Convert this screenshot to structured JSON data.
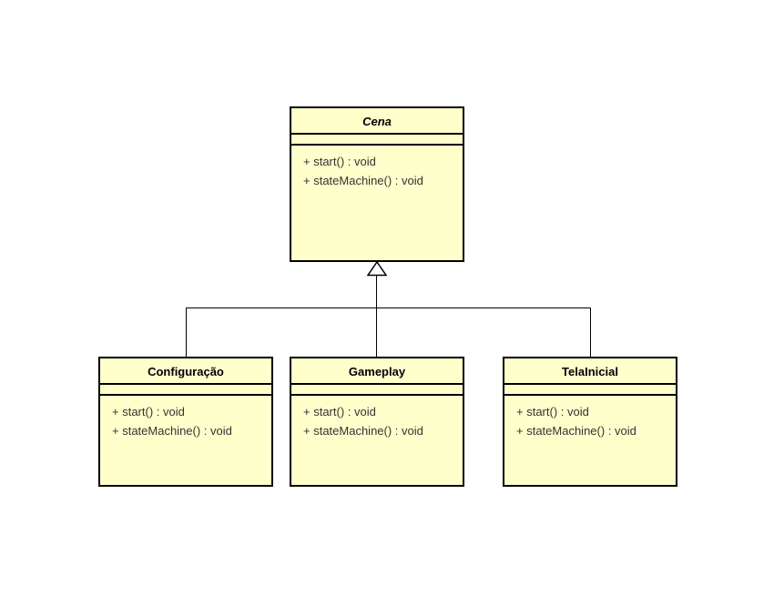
{
  "diagram": {
    "type": "uml-class-diagram",
    "classes": [
      {
        "name": "Cena",
        "abstract": true,
        "attributes": [],
        "methods": [
          "+ start() : void",
          "+ stateMachine() : void"
        ]
      },
      {
        "name": "Configuração",
        "abstract": false,
        "attributes": [],
        "methods": [
          "+ start() : void",
          "+ stateMachine() : void"
        ]
      },
      {
        "name": "Gameplay",
        "abstract": false,
        "attributes": [],
        "methods": [
          "+ start() : void",
          "+ stateMachine() : void"
        ]
      },
      {
        "name": "TelaInicial",
        "abstract": false,
        "attributes": [],
        "methods": [
          "+ start() : void",
          "+ stateMachine() : void"
        ]
      }
    ],
    "relationships": [
      {
        "type": "generalization",
        "parent": "Cena",
        "children": [
          "Configuração",
          "Gameplay",
          "TelaInicial"
        ]
      }
    ],
    "colors": {
      "class_fill": "#FFFFCC",
      "border": "#000000",
      "connector": "#000000",
      "title_text": "#000000",
      "method_text": "#333333",
      "background": "#FFFFFF"
    }
  }
}
